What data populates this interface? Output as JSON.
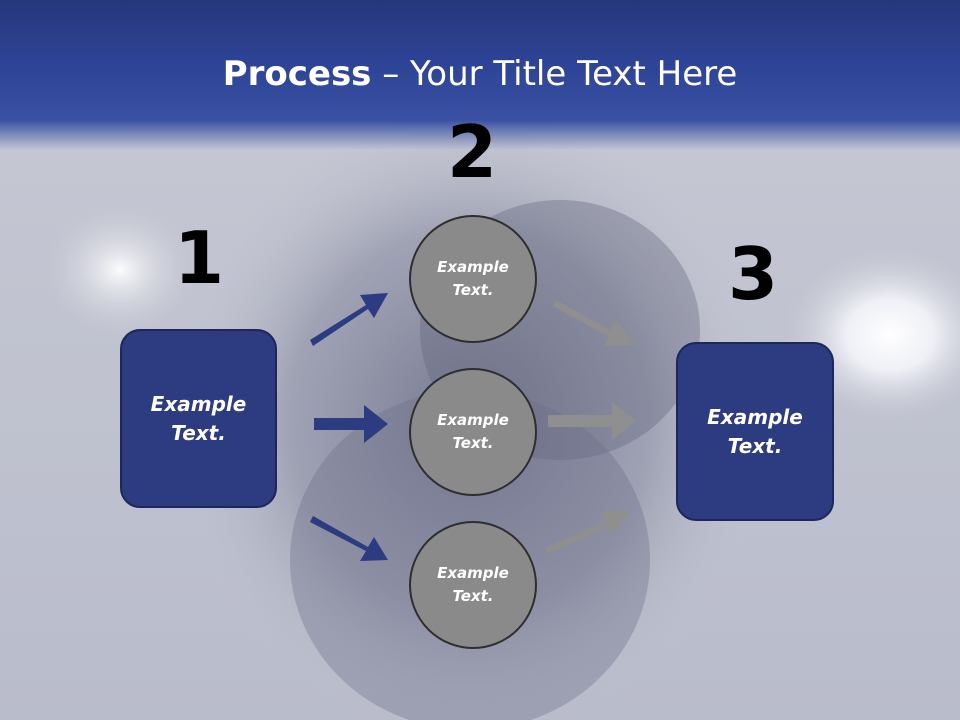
{
  "slide": {
    "title_bold": "Process",
    "title_rest": " – Your Title Text Here"
  },
  "steps": {
    "step1": "1",
    "step2": "2",
    "step3": "3"
  },
  "left_box": {
    "text": "Example\nText."
  },
  "right_box": {
    "text": "Example\nText."
  },
  "circles": [
    {
      "text": "Example\nText."
    },
    {
      "text": "Example\nText."
    },
    {
      "text": "Example\nText."
    }
  ],
  "colors": {
    "title_bar": "#2e4497",
    "box_fill": "#2d3b80",
    "circle_fill": "#8a8a8a",
    "arrow_blue": "#2d3b80",
    "arrow_gray": "#8f8f8f"
  }
}
